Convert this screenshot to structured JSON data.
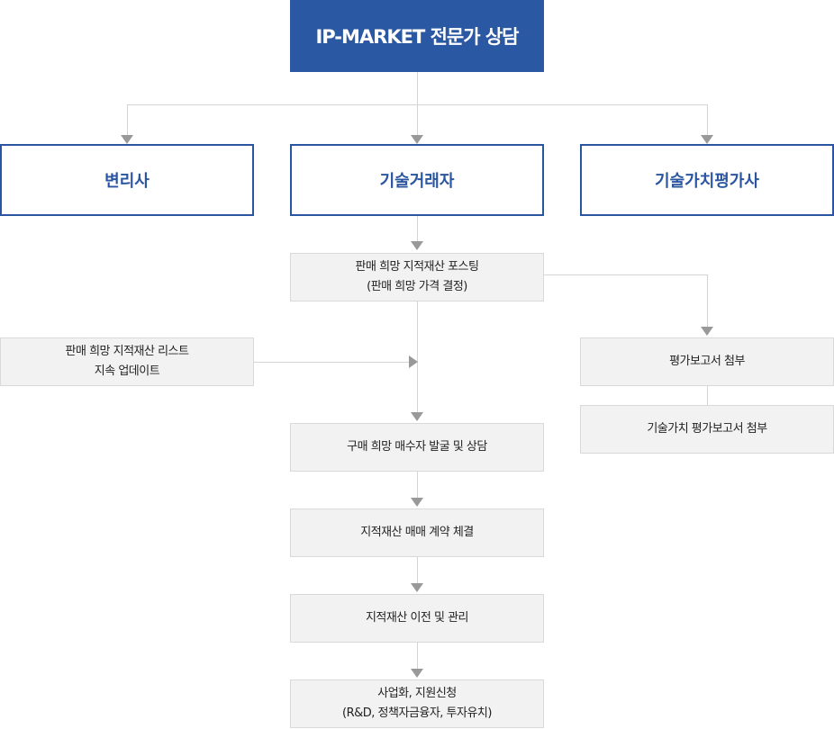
{
  "title": "IP-MARKET 전문가 상담",
  "categories": [
    "변리사",
    "기술거래자",
    "기술가치평가사"
  ],
  "center_steps": [
    [
      "판매 희망 지적재산 포스팅",
      "(판매 희망 가격 결정)"
    ],
    [
      "구매 희망 매수자 발굴 및 상담"
    ],
    [
      "지적재산 매매 계약 체결"
    ],
    [
      "지적재산 이전 및 관리"
    ],
    [
      "사업화, 지원신청",
      "(R&D, 정책자금융자, 투자유치)"
    ]
  ],
  "left_step": [
    "판매 희망 지적재산 리스트",
    "지속 업데이트"
  ],
  "right_steps": [
    "평가보고서 첨부",
    "기술가치 평가보고서 첨부"
  ]
}
